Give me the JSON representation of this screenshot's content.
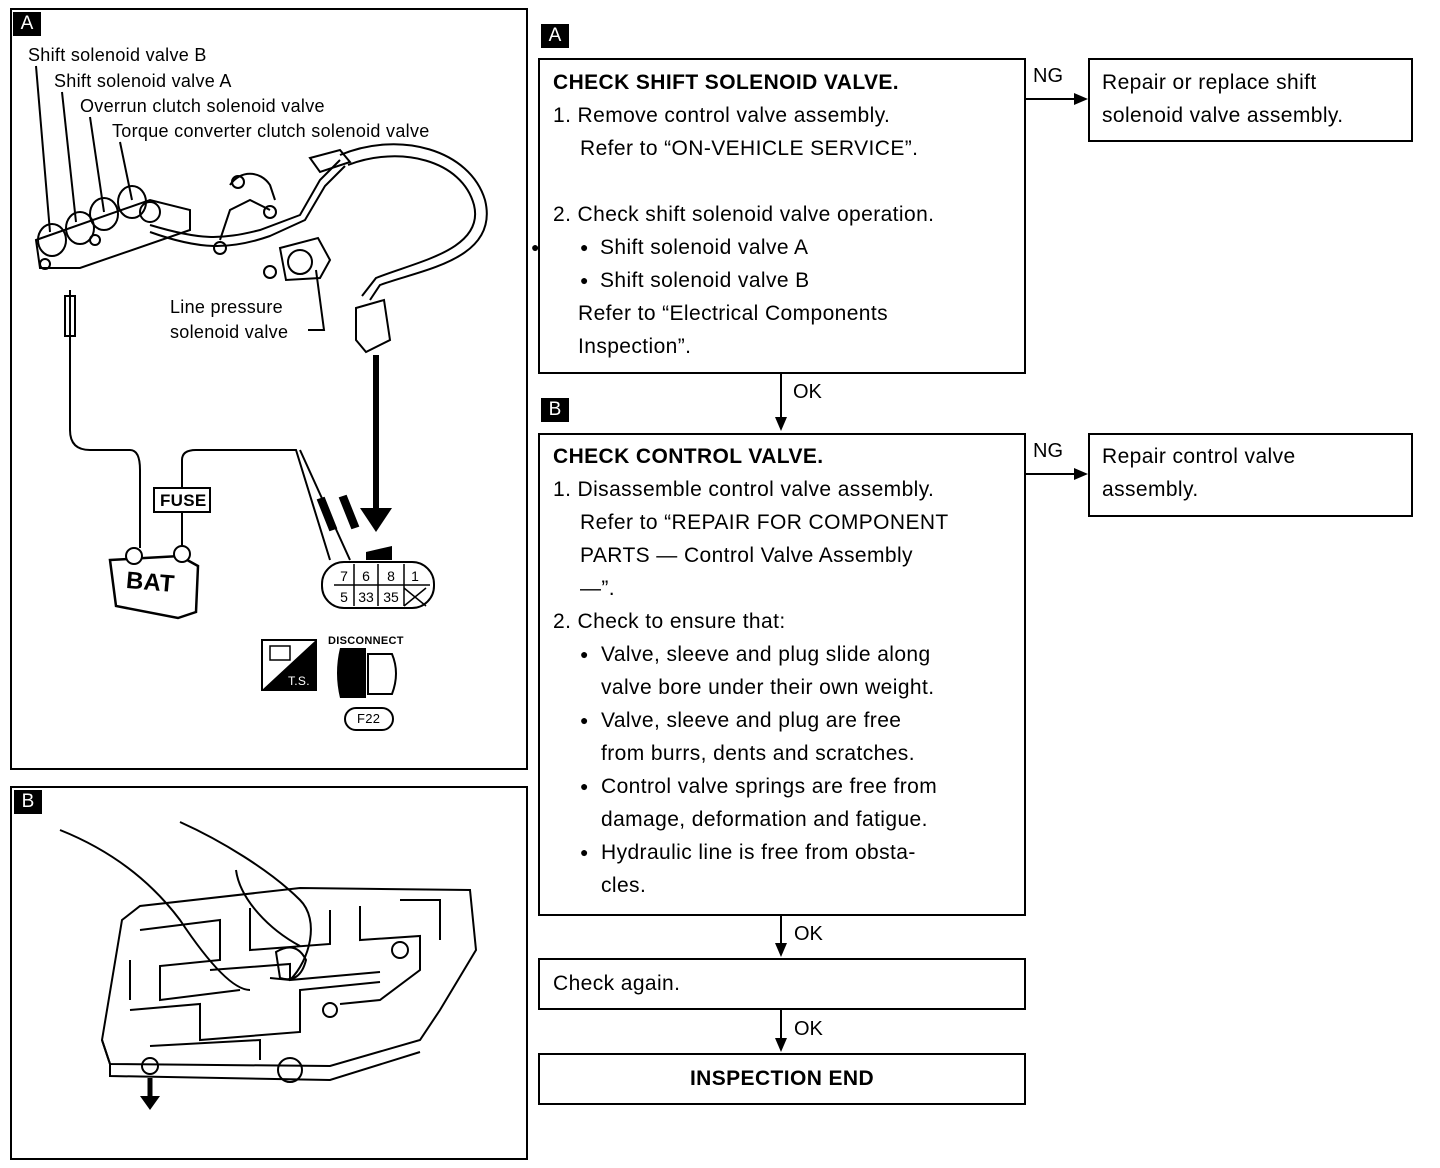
{
  "diagrams": {
    "a": {
      "tag": "A",
      "labels": {
        "ssv_b": "Shift solenoid valve B",
        "ssv_a": "Shift solenoid valve A",
        "overrun": "Overrun clutch solenoid valve",
        "torque": "Torque converter clutch solenoid valve",
        "line_pressure_1": "Line pressure",
        "line_pressure_2": "solenoid valve",
        "fuse": "FUSE",
        "bat": "BAT",
        "disconnect": "DISCONNECT",
        "ts": "T.S.",
        "connector_code": "F22"
      },
      "connector_pins": {
        "top": [
          "7",
          "6",
          "8",
          "1"
        ],
        "bottom": [
          "5",
          "33",
          "35",
          "X"
        ]
      }
    },
    "b": {
      "tag": "B"
    }
  },
  "flowchart": {
    "a": {
      "tag": "A",
      "title": "CHECK SHIFT SOLENOID VALVE.",
      "step1": "1. Remove control valve assembly.",
      "step1_ref": "Refer to “ON-VEHICLE SERVICE”.",
      "step2": "2. Check shift solenoid valve operation.",
      "bullets": [
        "Shift solenoid valve A",
        "Shift solenoid valve B"
      ],
      "ref_1": "Refer to “Electrical Components",
      "ref_2": "Inspection”.",
      "ng_label": "NG",
      "ng_action_1": "Repair or replace shift",
      "ng_action_2": "solenoid valve assembly.",
      "ok_label": "OK"
    },
    "b": {
      "tag": "B",
      "title": "CHECK CONTROL VALVE.",
      "step1": "1. Disassemble control valve assembly.",
      "step1_ref_1": "Refer to “REPAIR FOR COMPONENT",
      "step1_ref_2": "PARTS — Control Valve Assembly",
      "step1_ref_3": "—”.",
      "step2": "2. Check to ensure that:",
      "bullets": [
        [
          "Valve, sleeve and plug slide along",
          "valve bore under their own weight."
        ],
        [
          "Valve, sleeve and plug are free",
          "from burrs, dents and scratches."
        ],
        [
          "Control valve springs are free from",
          "damage, deformation and fatigue."
        ],
        [
          "Hydraulic line is free from obsta-",
          "cles."
        ]
      ],
      "ng_label": "NG",
      "ng_action_1": "Repair control valve",
      "ng_action_2": "assembly.",
      "ok_label": "OK"
    },
    "check_again": "Check again.",
    "ok_label_3": "OK",
    "end": "INSPECTION END"
  }
}
